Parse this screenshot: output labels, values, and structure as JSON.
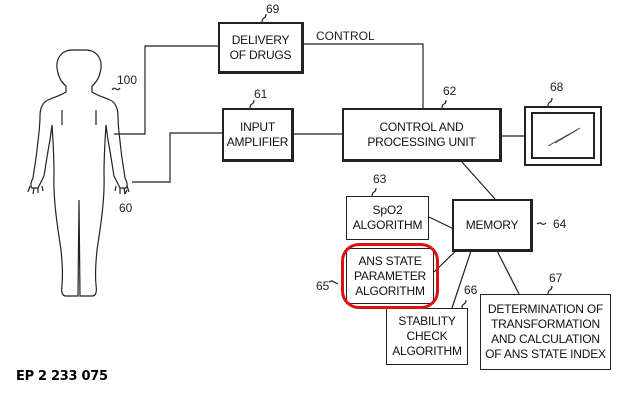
{
  "diagram": {
    "patent_number": "EP 2 233 075",
    "patient": {
      "ref": "100",
      "electrode_ref": "60",
      "name": "human-body"
    },
    "blocks": {
      "delivery_of_drugs": {
        "ref": "69",
        "label": "DELIVERY\nOF DRUGS"
      },
      "input_amplifier": {
        "ref": "61",
        "label": "INPUT\nAMPLIFIER"
      },
      "control_processing": {
        "ref": "62",
        "label": "CONTROL AND\nPROCESSING UNIT"
      },
      "display": {
        "ref": "68",
        "label": ""
      },
      "spo2": {
        "ref": "63",
        "label": "SpO2\nALGORITHM"
      },
      "memory": {
        "ref": "64",
        "label": "MEMORY"
      },
      "ans_state": {
        "ref": "65",
        "label": "ANS STATE\nPARAMETER\nALGORITHM"
      },
      "stability": {
        "ref": "66",
        "label": "STABILITY\nCHECK\nALGORITHM"
      },
      "determination": {
        "ref": "67",
        "label": "DETERMINATION OF\nTRANSFORMATION\nAND CALCULATION\nOF ANS STATE INDEX"
      }
    },
    "connection_labels": {
      "control": "CONTROL"
    },
    "highlight": {
      "target": "ans_state",
      "color": "#e01010"
    }
  }
}
